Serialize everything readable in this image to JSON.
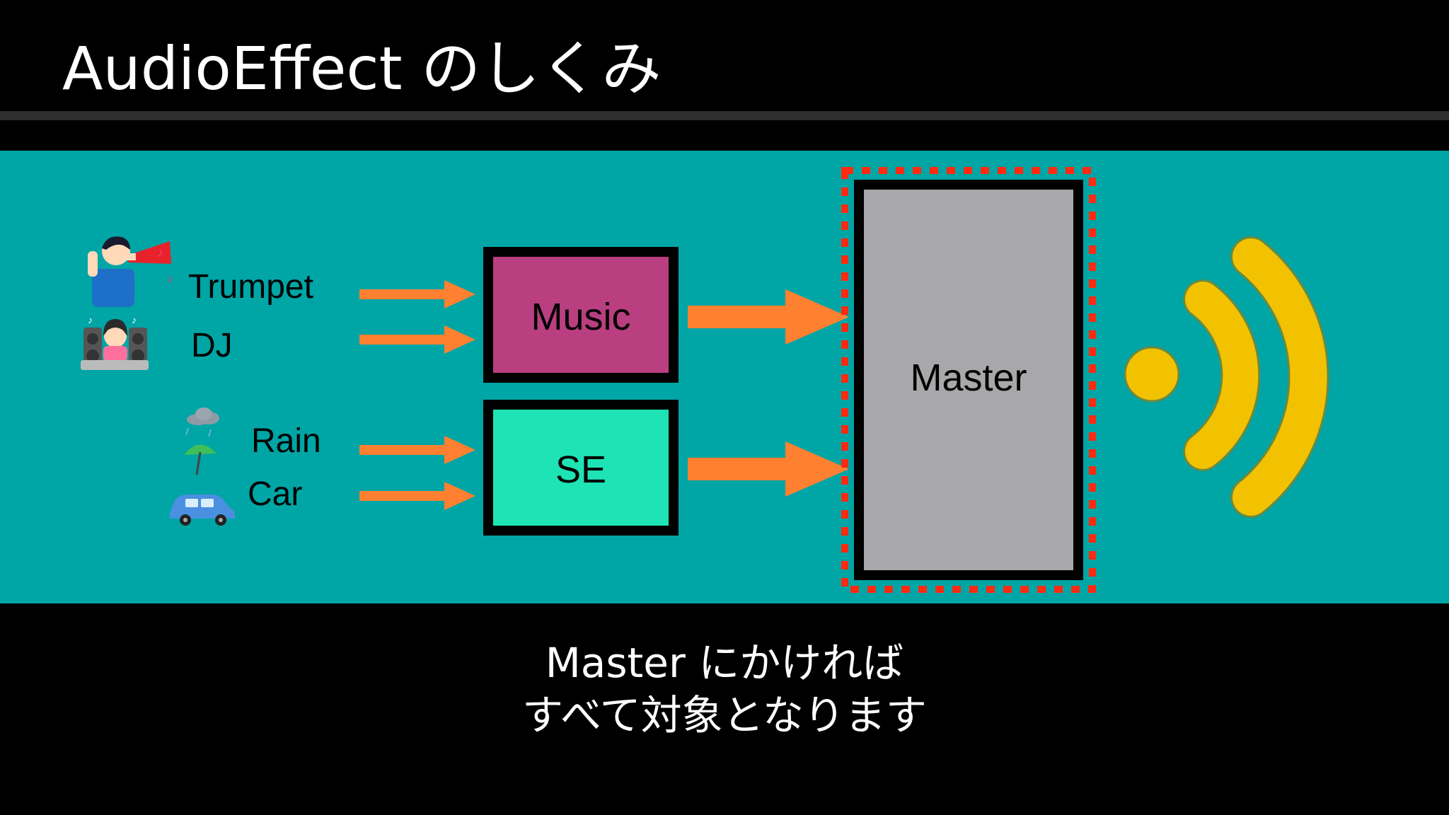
{
  "slide": {
    "title": "AudioEffect のしくみ"
  },
  "sources": {
    "trumpet": {
      "label": "Trumpet",
      "icon": "trumpet-player-icon"
    },
    "dj": {
      "label": "DJ",
      "icon": "dj-icon"
    },
    "rain": {
      "label": "Rain",
      "icon": "rain-umbrella-icon"
    },
    "car": {
      "label": "Car",
      "icon": "car-icon"
    }
  },
  "groups": {
    "music": {
      "label": "Music",
      "color": "#b93f80"
    },
    "se": {
      "label": "SE",
      "color": "#1ee3b4"
    },
    "master": {
      "label": "Master",
      "color": "#a8a7a9",
      "highlight": "#ff2a10"
    }
  },
  "output": {
    "icon": "sound-waves-icon",
    "color": "#f2c200"
  },
  "colors": {
    "background": "#000000",
    "stage": "#00a5a5",
    "arrow": "#ff8030"
  },
  "caption": {
    "line1": "Master にかければ",
    "line2": "すべて対象となります"
  }
}
